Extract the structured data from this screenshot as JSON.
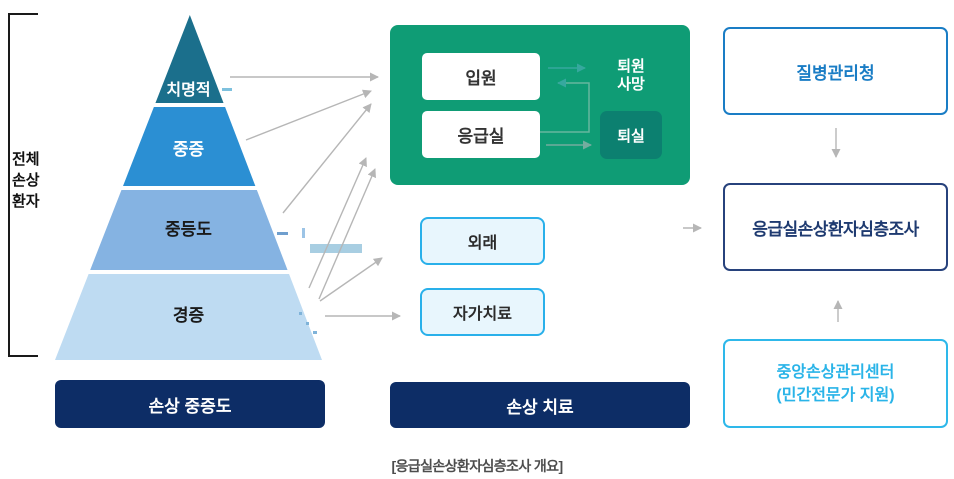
{
  "left_bracket": {
    "lines": [
      "전체",
      "손상",
      "환자"
    ]
  },
  "pyramid": {
    "levels": [
      {
        "label": "치명적",
        "color": "#1b6f8c"
      },
      {
        "label": "중증",
        "color": "#2b8fd3"
      },
      {
        "label": "중등도",
        "color": "#85b3e2"
      },
      {
        "label": "경증",
        "color": "#bedbf2"
      }
    ]
  },
  "bars": {
    "severity": "손상 중증도",
    "treatment": "손상 치료"
  },
  "care_panel": {
    "inpatient": "입원",
    "er": "응급실",
    "discharge_line1": "퇴원",
    "discharge_line2": "사망",
    "exit": "퇴실"
  },
  "outpatient": {
    "label": "외래"
  },
  "selfcare": {
    "label": "자가치료"
  },
  "right_column": {
    "kdca": "질병관리청",
    "survey": "응급실손상환자심층조사",
    "center_line1": "중앙손상관리센터",
    "center_line2": "(민간전문가 지원)"
  },
  "caption": "[응급실손상환자심층조사 개요]",
  "colors": {
    "green_panel": "#0f9c75",
    "exit_box": "#0c8070",
    "navy_bar": "#0d2d66",
    "teal_arrow": "#36a89e",
    "gray_arrow": "#b6b6b6",
    "cyan_border": "#29b0ea",
    "kdca_blue": "#1a7dc5",
    "survey_navy": "#1e3a70",
    "center_cyan": "#2ab4e8"
  }
}
